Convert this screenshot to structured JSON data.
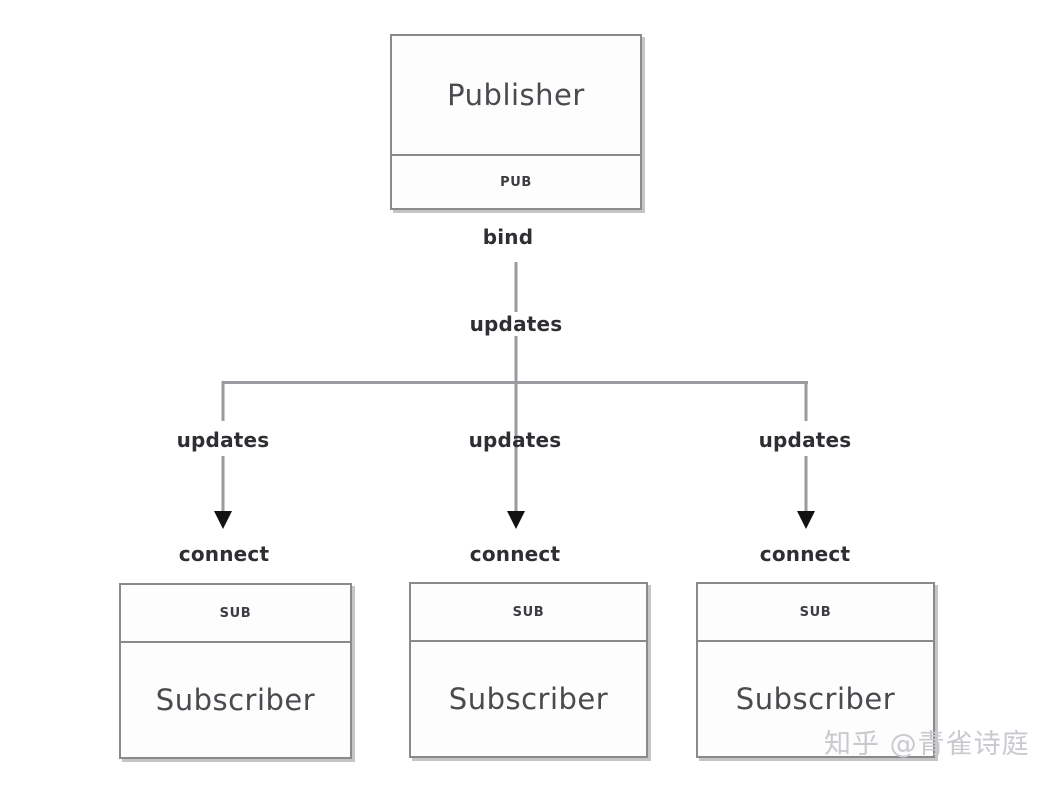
{
  "diagram": {
    "type": "pub-sub-topology",
    "background": "#ffffff",
    "node_border_color": "#8a8a8d",
    "line_color": "#9a9a9f",
    "arrow_color": "#121214",
    "title_text_color": "#4a4a4f",
    "label_text_color": "#2e2e33"
  },
  "publisher": {
    "title": "Publisher",
    "socket": "PUB",
    "bind_label": "bind"
  },
  "bus": {
    "updates_label_top": "updates",
    "updates_label_left": "updates",
    "updates_label_center": "updates",
    "updates_label_right": "updates"
  },
  "subscribers": [
    {
      "socket": "SUB",
      "title": "Subscriber",
      "connect_label": "connect"
    },
    {
      "socket": "SUB",
      "title": "Subscriber",
      "connect_label": "connect"
    },
    {
      "socket": "SUB",
      "title": "Subscriber",
      "connect_label": "connect"
    }
  ],
  "watermark": {
    "text": "知乎 @青雀诗庭"
  }
}
